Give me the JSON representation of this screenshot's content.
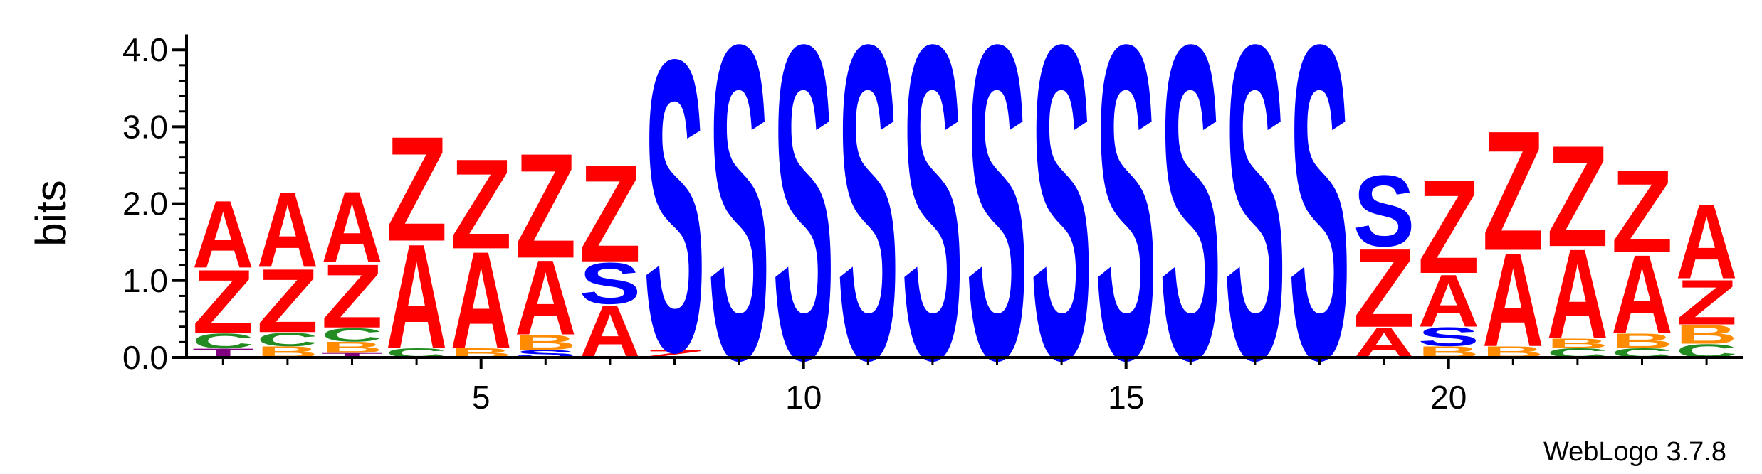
{
  "chart_data": {
    "type": "sequence-logo",
    "ylabel": "bits",
    "ylim": [
      0,
      4.2
    ],
    "yticks": [
      "0.0",
      "1.0",
      "2.0",
      "3.0",
      "4.0"
    ],
    "xticks": [
      5,
      10,
      15,
      20
    ],
    "credit": "WebLogo 3.7.8",
    "colors": {
      "A": "#ff0000",
      "Z": "#ff0000",
      "S": "#0000ff",
      "B": "#ff8c00",
      "C": "#228b22",
      "T": "#800080"
    },
    "positions": [
      {
        "pos": 1,
        "stack": [
          [
            "T",
            0.12
          ],
          [
            "C",
            0.2
          ],
          [
            "Z",
            0.85
          ],
          [
            "A",
            0.9
          ]
        ]
      },
      {
        "pos": 2,
        "stack": [
          [
            "B",
            0.15
          ],
          [
            "C",
            0.18
          ],
          [
            "Z",
            0.85
          ],
          [
            "A",
            1.0
          ]
        ]
      },
      {
        "pos": 3,
        "stack": [
          [
            "T",
            0.06
          ],
          [
            "B",
            0.15
          ],
          [
            "C",
            0.18
          ],
          [
            "Z",
            0.85
          ],
          [
            "A",
            0.95
          ]
        ]
      },
      {
        "pos": 4,
        "stack": [
          [
            "C",
            0.12
          ],
          [
            "A",
            1.4
          ],
          [
            "Z",
            1.4
          ]
        ]
      },
      {
        "pos": 5,
        "stack": [
          [
            "B",
            0.12
          ],
          [
            "A",
            1.3
          ],
          [
            "Z",
            1.2
          ]
        ]
      },
      {
        "pos": 6,
        "stack": [
          [
            "S",
            0.1
          ],
          [
            "B",
            0.2
          ],
          [
            "A",
            1.0
          ],
          [
            "Z",
            1.4
          ]
        ]
      },
      {
        "pos": 7,
        "stack": [
          [
            "A",
            0.7
          ],
          [
            "S",
            0.55
          ],
          [
            "Z",
            1.3
          ]
        ]
      },
      {
        "pos": 8,
        "stack": [
          [
            "Z",
            0.1
          ],
          [
            "S",
            3.9
          ]
        ]
      },
      {
        "pos": 9,
        "stack": [
          [
            "S",
            4.2
          ]
        ]
      },
      {
        "pos": 10,
        "stack": [
          [
            "S",
            4.2
          ]
        ]
      },
      {
        "pos": 11,
        "stack": [
          [
            "S",
            4.2
          ]
        ]
      },
      {
        "pos": 12,
        "stack": [
          [
            "S",
            4.2
          ]
        ]
      },
      {
        "pos": 13,
        "stack": [
          [
            "S",
            4.2
          ]
        ]
      },
      {
        "pos": 14,
        "stack": [
          [
            "S",
            4.2
          ]
        ]
      },
      {
        "pos": 15,
        "stack": [
          [
            "S",
            4.2
          ]
        ]
      },
      {
        "pos": 16,
        "stack": [
          [
            "S",
            4.2
          ]
        ]
      },
      {
        "pos": 17,
        "stack": [
          [
            "S",
            4.2
          ]
        ]
      },
      {
        "pos": 18,
        "stack": [
          [
            "S",
            4.2
          ]
        ]
      },
      {
        "pos": 19,
        "stack": [
          [
            "A",
            0.4
          ],
          [
            "Z",
            1.05
          ],
          [
            "S",
            0.95
          ]
        ]
      },
      {
        "pos": 20,
        "stack": [
          [
            "B",
            0.15
          ],
          [
            "S",
            0.25
          ],
          [
            "A",
            0.7
          ],
          [
            "Z",
            1.25
          ]
        ]
      },
      {
        "pos": 21,
        "stack": [
          [
            "B",
            0.15
          ],
          [
            "A",
            1.25
          ],
          [
            "Z",
            1.6
          ]
        ]
      },
      {
        "pos": 22,
        "stack": [
          [
            "C",
            0.12
          ],
          [
            "B",
            0.13
          ],
          [
            "A",
            1.2
          ],
          [
            "Z",
            1.35
          ]
        ]
      },
      {
        "pos": 23,
        "stack": [
          [
            "C",
            0.12
          ],
          [
            "B",
            0.2
          ],
          [
            "A",
            1.05
          ],
          [
            "Z",
            1.1
          ]
        ]
      },
      {
        "pos": 24,
        "stack": [
          [
            "C",
            0.18
          ],
          [
            "B",
            0.25
          ],
          [
            "Z",
            0.6
          ],
          [
            "A",
            1.0
          ]
        ]
      }
    ]
  }
}
